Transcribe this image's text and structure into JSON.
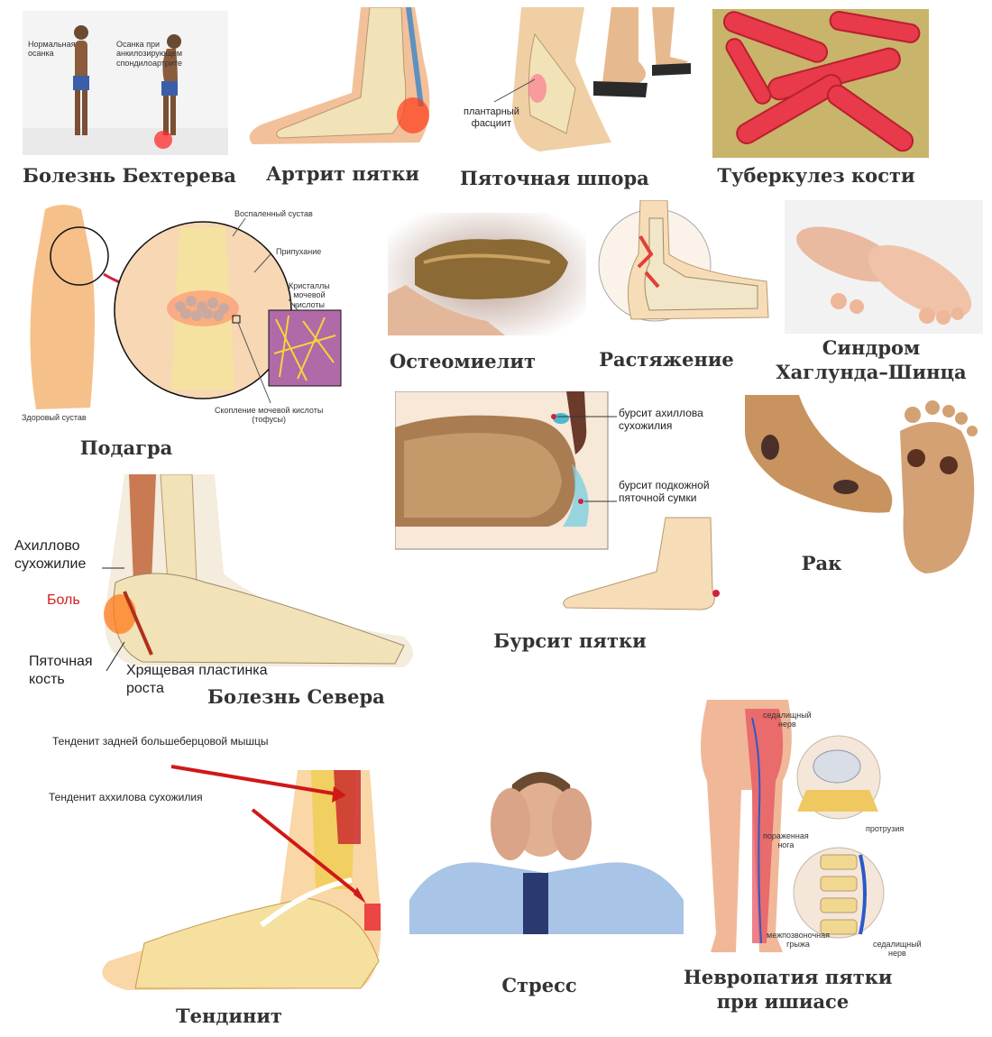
{
  "captions": {
    "bekhterev": "Болезнь Бехтерева",
    "arthritis": "Артрит пятки",
    "spur": "Пяточная шпора",
    "tuberculosis": "Туберкулез кости",
    "gout": "Подагра",
    "osteomyelitis": "Остеомиелит",
    "sprain": "Растяжение",
    "haglund": "Синдром\nХаглунда–Шинца",
    "bursitis": "Бурсит пятки",
    "cancer": "Рак",
    "sever": "Болезнь Севера",
    "tendinitis": "Тендинит",
    "stress": "Стресс",
    "neuropathy": "Невропатия пятки\nпри ишиасе"
  },
  "labels": {
    "bekhterev_normal": "Нормальная\nосанка",
    "bekhterev_as": "Осанка при\nанкилозирующем\nспондилоартрите",
    "spur_label": "плантарный\nфасциит",
    "gout_inflamed": "Воспаленный сустав",
    "gout_swelling": "Припухание",
    "gout_crystals": "Кристаллы\nмочевой\nкислоты",
    "gout_tophi": "Скопление мочевой кислоты\n(тофусы)",
    "gout_healthy": "Здоровый сустав",
    "bursitis_achilles": "бурсит ахиллова\nсухожилия",
    "bursitis_subcutaneous": "бурсит подкожной\nпяточной сумки",
    "sever_achilles": "Ахиллово\nсухожилие",
    "sever_pain": "Боль",
    "sever_heel": "Пяточная\nкость",
    "sever_cartilage": "Хрящевая пластинка\nроста",
    "tend_tibial": "Тенденит задней большеберцовой мышцы",
    "tend_achilles": "Тенденит аххилова сухожилия",
    "neuro_sciatic_top": "седалищный\nнерв",
    "neuro_leg": "пораженная\nнога",
    "neuro_protrusion": "протрузия",
    "neuro_hernia": "межпозвоночная\nгрыжа",
    "neuro_sciatic_bottom": "седалищный\nнерв"
  },
  "colors": {
    "caption": "#333333",
    "pain_red": "#d32020",
    "bone": "#f1e2b8",
    "skin": "#f2c19a"
  }
}
